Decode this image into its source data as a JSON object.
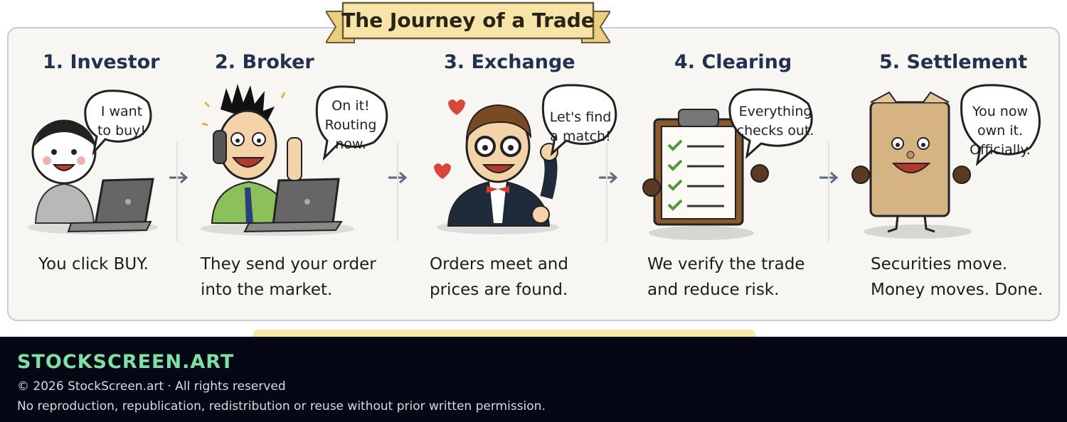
{
  "banner": {
    "title": "The Journey of a Trade"
  },
  "steps": [
    {
      "title": "1. Investor",
      "bubble": "I want\nto buy!",
      "desc": "You click BUY."
    },
    {
      "title": "2. Broker",
      "bubble": "On it!\nRouting\nnow.",
      "desc": "They send your order\ninto the market."
    },
    {
      "title": "3. Exchange",
      "bubble": "Let's find\na match!",
      "desc": "Orders meet and\nprices are found."
    },
    {
      "title": "4. Clearing",
      "bubble": "Everything\nchecks out.",
      "desc": "We verify the trade\nand reduce risk."
    },
    {
      "title": "5. Settlement",
      "bubble": "You now\nown it.\nOfficially.",
      "desc": "Securities move.\nMoney moves. Done."
    }
  ],
  "footer": {
    "brand": "STOCKSCREEN.ART",
    "copyright": "© 2026 StockScreen.art · All rights reserved",
    "notice": "No reproduction, republication, redistribution or reuse without prior written permission."
  },
  "colors": {
    "panel_bg": "#f7f6f2",
    "banner": "#f6e4a8",
    "title_text": "#22314f",
    "footer_bg": "#050814",
    "brand": "#7ee0a4"
  },
  "icons": [
    "investor-laptop-icon",
    "broker-phone-icon",
    "exchange-trader-icon",
    "clipboard-checklist-icon",
    "document-envelope-icon",
    "arrow-right-icon"
  ]
}
